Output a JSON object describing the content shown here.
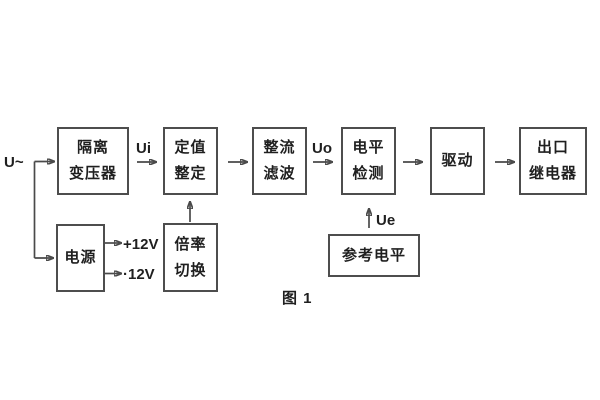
{
  "figure": {
    "caption": "图 1",
    "type": "block-diagram"
  },
  "colors": {
    "background": "#ffffff",
    "line": "#4a4a4a",
    "text": "#1f1f1f"
  },
  "labels": {
    "input": "U~",
    "ui": "Ui",
    "uo": "Uo",
    "ue": "Ue",
    "rail_pos": "+12V",
    "rail_neg": "·12V"
  },
  "blocks": {
    "isolation_transformer": {
      "line1": "隔离",
      "line2": "变压器"
    },
    "setting": {
      "line1": "定值",
      "line2": "整定"
    },
    "rectifier_filter": {
      "line1": "整流",
      "line2": "滤波"
    },
    "level_detection": {
      "line1": "电平",
      "line2": "检测"
    },
    "drive": {
      "line1": "驱动"
    },
    "output_relay": {
      "line1": "出口",
      "line2": "继电器"
    },
    "power_supply": {
      "line1": "电源"
    },
    "ratio_switch": {
      "line1": "倍率",
      "line2": "切换"
    },
    "reference_level": {
      "line1": "参考电平"
    }
  }
}
